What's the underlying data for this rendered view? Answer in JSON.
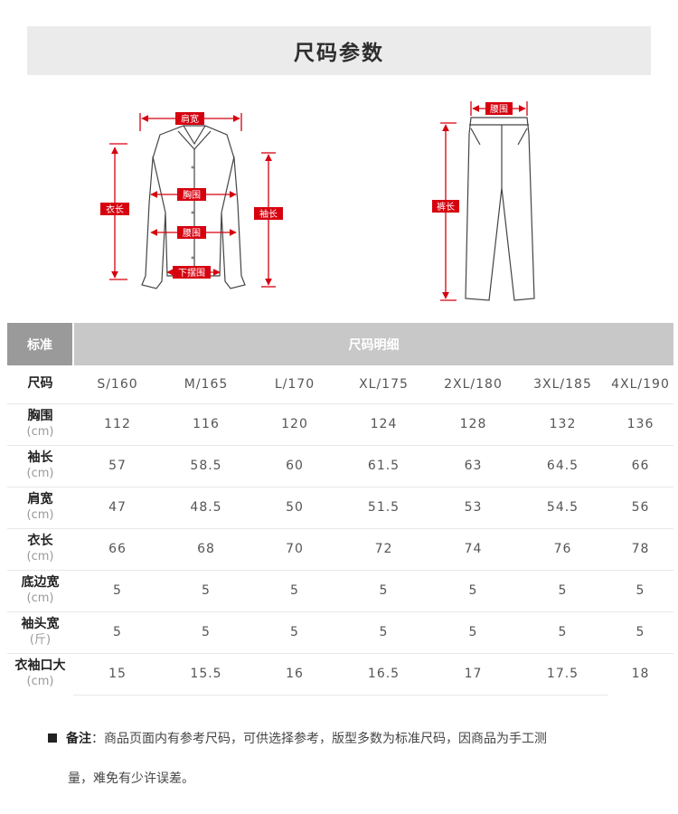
{
  "title": "尺码参数",
  "shirt_labels": {
    "shoulder": "肩宽",
    "length": "衣长",
    "chest": "胸围",
    "sleeve": "袖长",
    "waist": "腰围",
    "hem": "下摆围"
  },
  "pants_labels": {
    "waist": "腰围",
    "length": "裤长"
  },
  "accent_color": "#d6000f",
  "table": {
    "header": {
      "standard": "标准",
      "detail": "尺码明细"
    },
    "size_label": "尺码",
    "sizes": [
      "S/160",
      "M/165",
      "L/170",
      "XL/175",
      "2XL/180",
      "3XL/185",
      "4XL/190"
    ],
    "rows": [
      {
        "label": "胸围",
        "unit": "(cm)",
        "values": [
          "112",
          "116",
          "120",
          "124",
          "128",
          "132",
          "136"
        ]
      },
      {
        "label": "袖长",
        "unit": "(cm)",
        "values": [
          "57",
          "58.5",
          "60",
          "61.5",
          "63",
          "64.5",
          "66"
        ]
      },
      {
        "label": "肩宽",
        "unit": "(cm)",
        "values": [
          "47",
          "48.5",
          "50",
          "51.5",
          "53",
          "54.5",
          "56"
        ]
      },
      {
        "label": "衣长",
        "unit": "(cm)",
        "values": [
          "66",
          "68",
          "70",
          "72",
          "74",
          "76",
          "78"
        ]
      },
      {
        "label": "底边宽",
        "unit": "(cm)",
        "values": [
          "5",
          "5",
          "5",
          "5",
          "5",
          "5",
          "5"
        ]
      },
      {
        "label": "袖头宽",
        "unit": "(斤)",
        "values": [
          "5",
          "5",
          "5",
          "5",
          "5",
          "5",
          "5"
        ]
      },
      {
        "label": "衣袖口大",
        "unit": "(cm)",
        "values": [
          "15",
          "15.5",
          "16",
          "16.5",
          "17",
          "17.5",
          "18"
        ]
      }
    ]
  },
  "note": {
    "label": "备注",
    "line1": "：商品页面内有参考尺码，可供选择参考，版型多数为标准尺码，因商品为手工测",
    "line2": "量，难免有少许误差。"
  }
}
